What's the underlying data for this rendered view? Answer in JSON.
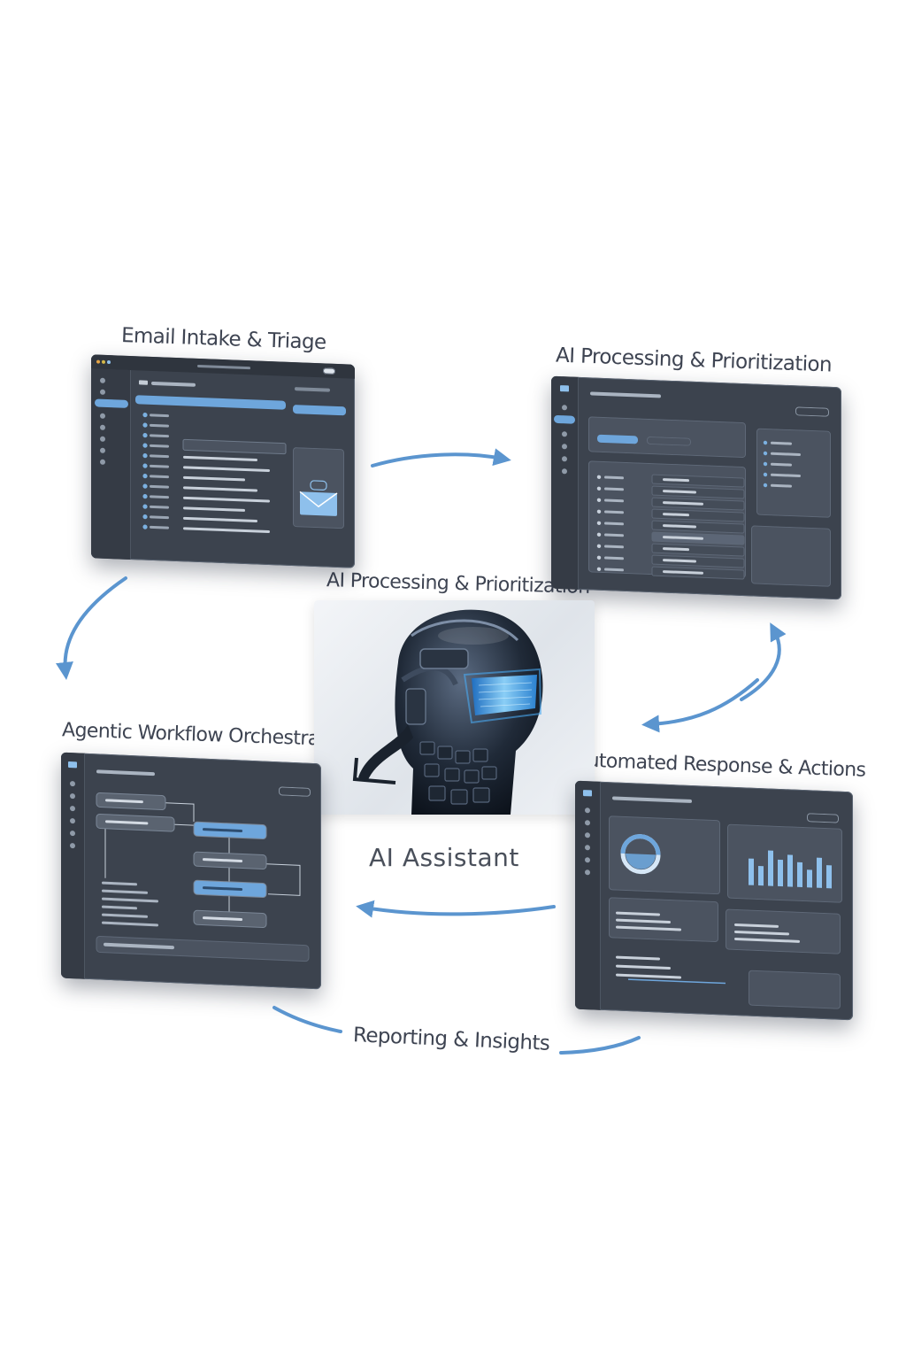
{
  "labels": {
    "email_intake": "Email Intake & Triage",
    "ai_processing_right": "AI Processing & Prioritization",
    "ai_processing_center": "AI Processing & Prioritization",
    "agentic_workflow": "Agentic Workflow Orchestration",
    "automated_response": "Automated Response & Actions",
    "ai_assistant": "AI Assistant",
    "reporting": "Reporting & Insights"
  },
  "colors": {
    "accent": "#6ea6dc",
    "arrow": "#5b95cf",
    "panel": "#3c434e",
    "label": "#3e4452"
  },
  "icons": {
    "envelope": "envelope-icon",
    "robot": "robot-head-illustration"
  }
}
